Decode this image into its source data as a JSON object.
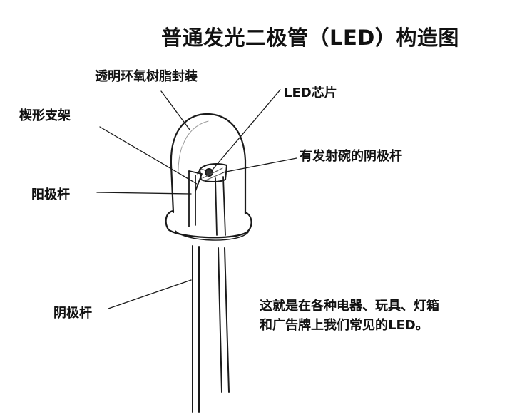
{
  "title": "普通发光二极管（LED）构造图",
  "labels": {
    "encapsulation": "透明环氧树脂封装",
    "chip": "LED芯片",
    "wedge_support": "楔形支架",
    "cathode_with_cup": "有发射碗的阴极杆",
    "anode": "阳极杆",
    "cathode": "阴极杆"
  },
  "description": {
    "line1": "这就是在各种电器、玩具、灯箱",
    "line2": "和广告牌上我们常见的LED。"
  },
  "colors": {
    "ink": "#111111",
    "background": "#ffffff"
  }
}
